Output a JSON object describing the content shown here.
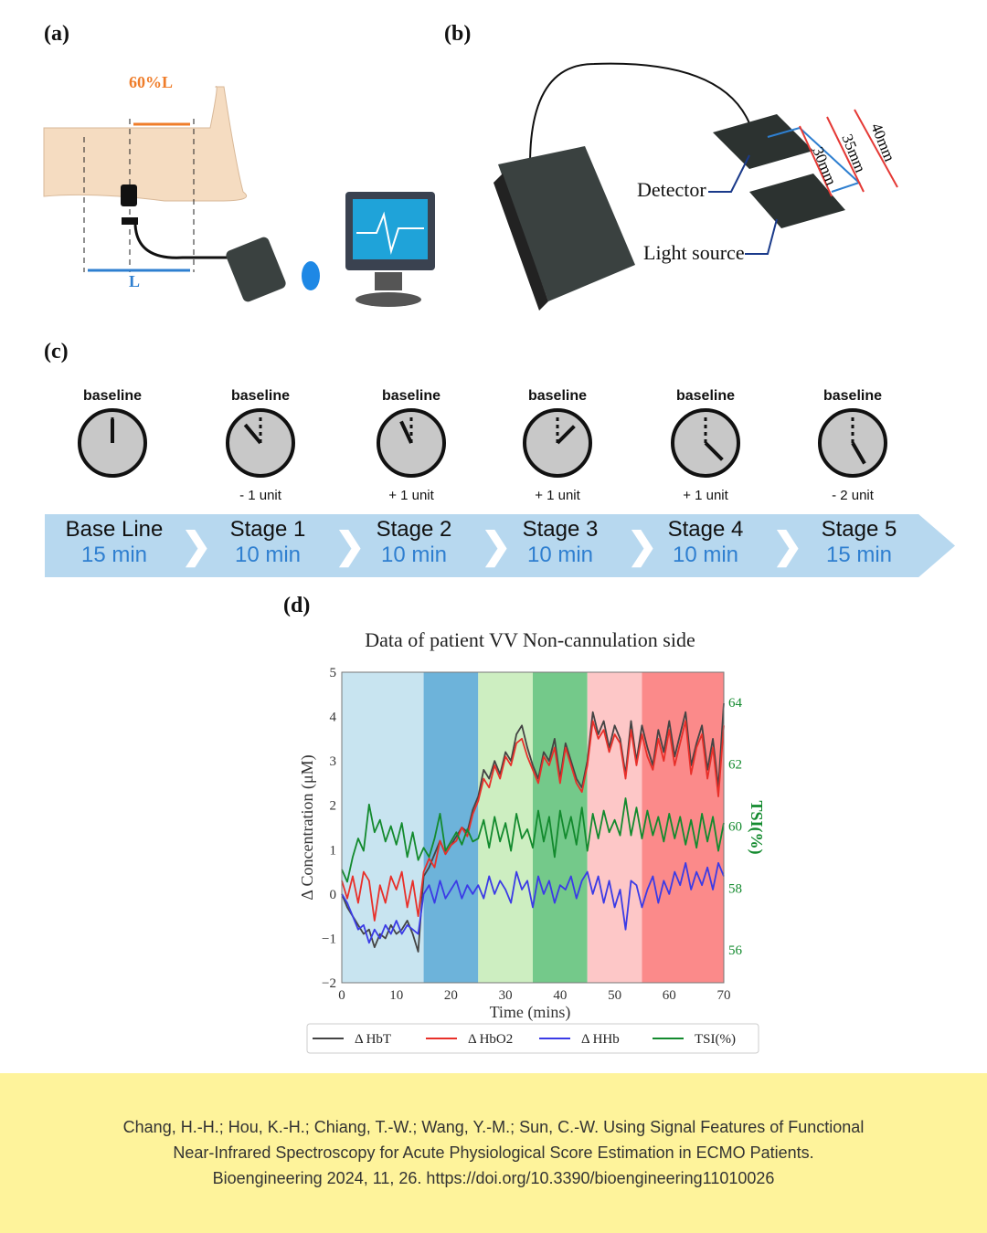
{
  "panels": {
    "a": {
      "label": "(a)",
      "percent_label": "60%L",
      "length_label": "L"
    },
    "b": {
      "label": "(b)",
      "detector_label": "Detector",
      "light_source_label": "Light source",
      "distances": [
        "30mm",
        "35mm",
        "40mm"
      ]
    },
    "c": {
      "label": "(c)",
      "clocks": [
        {
          "top": "baseline",
          "bottom": ""
        },
        {
          "top": "baseline",
          "bottom": "- 1 unit"
        },
        {
          "top": "baseline",
          "bottom": "+ 1 unit"
        },
        {
          "top": "baseline",
          "bottom": "+ 1 unit"
        },
        {
          "top": "baseline",
          "bottom": "+ 1 unit"
        },
        {
          "top": "baseline",
          "bottom": "- 2 unit"
        }
      ],
      "stages": [
        {
          "name": "Base Line",
          "duration": "15 min"
        },
        {
          "name": "Stage 1",
          "duration": "10 min"
        },
        {
          "name": "Stage 2",
          "duration": "10 min"
        },
        {
          "name": "Stage 3",
          "duration": "10 min"
        },
        {
          "name": "Stage 4",
          "duration": "10 min"
        },
        {
          "name": "Stage 5",
          "duration": "15 min"
        }
      ]
    },
    "d": {
      "label": "(d)"
    }
  },
  "chart_data": {
    "type": "line",
    "title": "Data of patient VV Non-cannulation side",
    "xlabel": "Time (mins)",
    "ylabel": "Δ Concentration (μM)",
    "y2label": "TSI(%)",
    "xlim": [
      0,
      70
    ],
    "ylim": [
      -2,
      5
    ],
    "y2lim": [
      54.94,
      64.97
    ],
    "xticks": [
      "0",
      "10",
      "20",
      "30",
      "40",
      "50",
      "60",
      "70"
    ],
    "yticks": [
      "−2",
      "−1",
      "0",
      "1",
      "2",
      "3",
      "4",
      "5"
    ],
    "y2ticks": [
      "56",
      "58",
      "60",
      "62",
      "64"
    ],
    "legend_position": "bottom",
    "phases": [
      {
        "start": 0,
        "end": 15,
        "color": "#c8e4f0"
      },
      {
        "start": 15,
        "end": 25,
        "color": "#6db3da"
      },
      {
        "start": 25,
        "end": 35,
        "color": "#cdeec1"
      },
      {
        "start": 35,
        "end": 45,
        "color": "#74c98a"
      },
      {
        "start": 45,
        "end": 55,
        "color": "#fdc7c7"
      },
      {
        "start": 55,
        "end": 70,
        "color": "#fb8a8a"
      }
    ],
    "series": [
      {
        "name": "Δ HbT",
        "color": "#444444",
        "axis": "left",
        "values": [
          0,
          -0.3,
          -0.5,
          -0.7,
          -0.9,
          -0.8,
          -1.2,
          -0.9,
          -1.0,
          -0.7,
          -0.9,
          -0.8,
          -0.6,
          -0.9,
          -1.3,
          0.4,
          0.6,
          0.9,
          1.2,
          0.9,
          1.1,
          1.3,
          1.5,
          1.4,
          1.9,
          2.2,
          2.8,
          2.6,
          3.0,
          2.7,
          3.2,
          3.0,
          3.6,
          3.8,
          3.3,
          2.9,
          2.6,
          3.2,
          3.0,
          3.5,
          2.6,
          3.4,
          3.0,
          2.6,
          2.4,
          3.0,
          4.1,
          3.6,
          3.9,
          3.3,
          3.8,
          3.5,
          2.7,
          3.9,
          3.0,
          3.8,
          3.3,
          2.9,
          3.7,
          3.2,
          3.9,
          3.1,
          3.6,
          4.1,
          2.9,
          3.4,
          3.8,
          2.8,
          3.5,
          2.4,
          4.3
        ]
      },
      {
        "name": "Δ HbO2",
        "color": "#e8302a",
        "axis": "left",
        "values": [
          0.3,
          -0.1,
          0.4,
          -0.2,
          0.5,
          0.3,
          -0.6,
          0.2,
          -0.2,
          0.4,
          0.1,
          0.5,
          -0.3,
          0.3,
          -0.5,
          0.5,
          0.8,
          0.6,
          1.2,
          0.9,
          1.1,
          1.2,
          1.5,
          1.3,
          1.8,
          2.1,
          2.6,
          2.4,
          2.9,
          2.6,
          3.1,
          2.9,
          3.4,
          3.5,
          3.1,
          2.8,
          2.5,
          3.1,
          2.9,
          3.3,
          2.5,
          3.3,
          2.9,
          2.5,
          2.3,
          2.9,
          3.9,
          3.5,
          3.7,
          3.2,
          3.6,
          3.4,
          2.6,
          3.7,
          2.9,
          3.6,
          3.1,
          2.8,
          3.5,
          3.0,
          3.7,
          2.9,
          3.4,
          3.9,
          2.7,
          3.3,
          3.6,
          2.6,
          3.3,
          2.2,
          3.8
        ]
      },
      {
        "name": "Δ HHb",
        "color": "#3b3be6",
        "axis": "left",
        "values": [
          0,
          -0.2,
          -0.5,
          -0.8,
          -0.7,
          -1.1,
          -0.8,
          -1.0,
          -0.7,
          -0.9,
          -0.6,
          -0.9,
          -0.7,
          -0.8,
          -0.9,
          0.0,
          0.2,
          -0.2,
          0.3,
          -0.1,
          0.1,
          0.3,
          -0.1,
          0.2,
          0.0,
          0.2,
          -0.1,
          0.4,
          0.0,
          0.3,
          0.1,
          -0.2,
          0.5,
          0.1,
          0.3,
          -0.3,
          0.4,
          0.0,
          0.3,
          -0.2,
          0.2,
          0.1,
          0.4,
          -0.1,
          0.3,
          0.5,
          0.0,
          0.4,
          -0.2,
          0.3,
          -0.3,
          0.1,
          -0.8,
          0.3,
          0.2,
          -0.3,
          0.1,
          0.4,
          -0.2,
          0.3,
          0.0,
          0.5,
          0.2,
          0.7,
          0.1,
          0.5,
          0.2,
          0.6,
          0.1,
          0.7,
          0.4
        ]
      },
      {
        "name": "TSI(%)",
        "color": "#138a2e",
        "axis": "right",
        "values": [
          58.6,
          58.2,
          59.0,
          59.6,
          59.2,
          60.7,
          59.8,
          60.2,
          59.5,
          60.0,
          59.4,
          60.1,
          59.0,
          59.8,
          58.9,
          59.3,
          59.0,
          59.6,
          60.4,
          59.2,
          59.5,
          59.8,
          59.4,
          59.9,
          59.5,
          59.6,
          60.2,
          59.3,
          60.3,
          59.5,
          60.1,
          59.2,
          60.4,
          59.6,
          59.9,
          59.3,
          60.5,
          59.5,
          60.3,
          59.0,
          60.5,
          59.6,
          60.3,
          59.4,
          60.6,
          59.2,
          60.4,
          59.6,
          60.5,
          59.8,
          60.2,
          59.7,
          60.9,
          59.7,
          60.6,
          59.6,
          60.5,
          59.7,
          60.3,
          59.5,
          60.4,
          59.6,
          60.3,
          59.4,
          60.2,
          59.3,
          60.4,
          59.5,
          60.3,
          59.2,
          60.1
        ]
      }
    ]
  },
  "citation": {
    "line1": "Chang, H.-H.; Hou, K.-H.; Chiang, T.-W.; Wang, Y.-M.; Sun, C.-W. Using Signal Features of Functional",
    "line2": "Near-Infrared Spectroscopy for Acute Physiological Score Estimation in ECMO Patients.",
    "line3": "Bioengineering 2024, 11, 26. https://doi.org/10.3390/bioengineering11010026"
  }
}
